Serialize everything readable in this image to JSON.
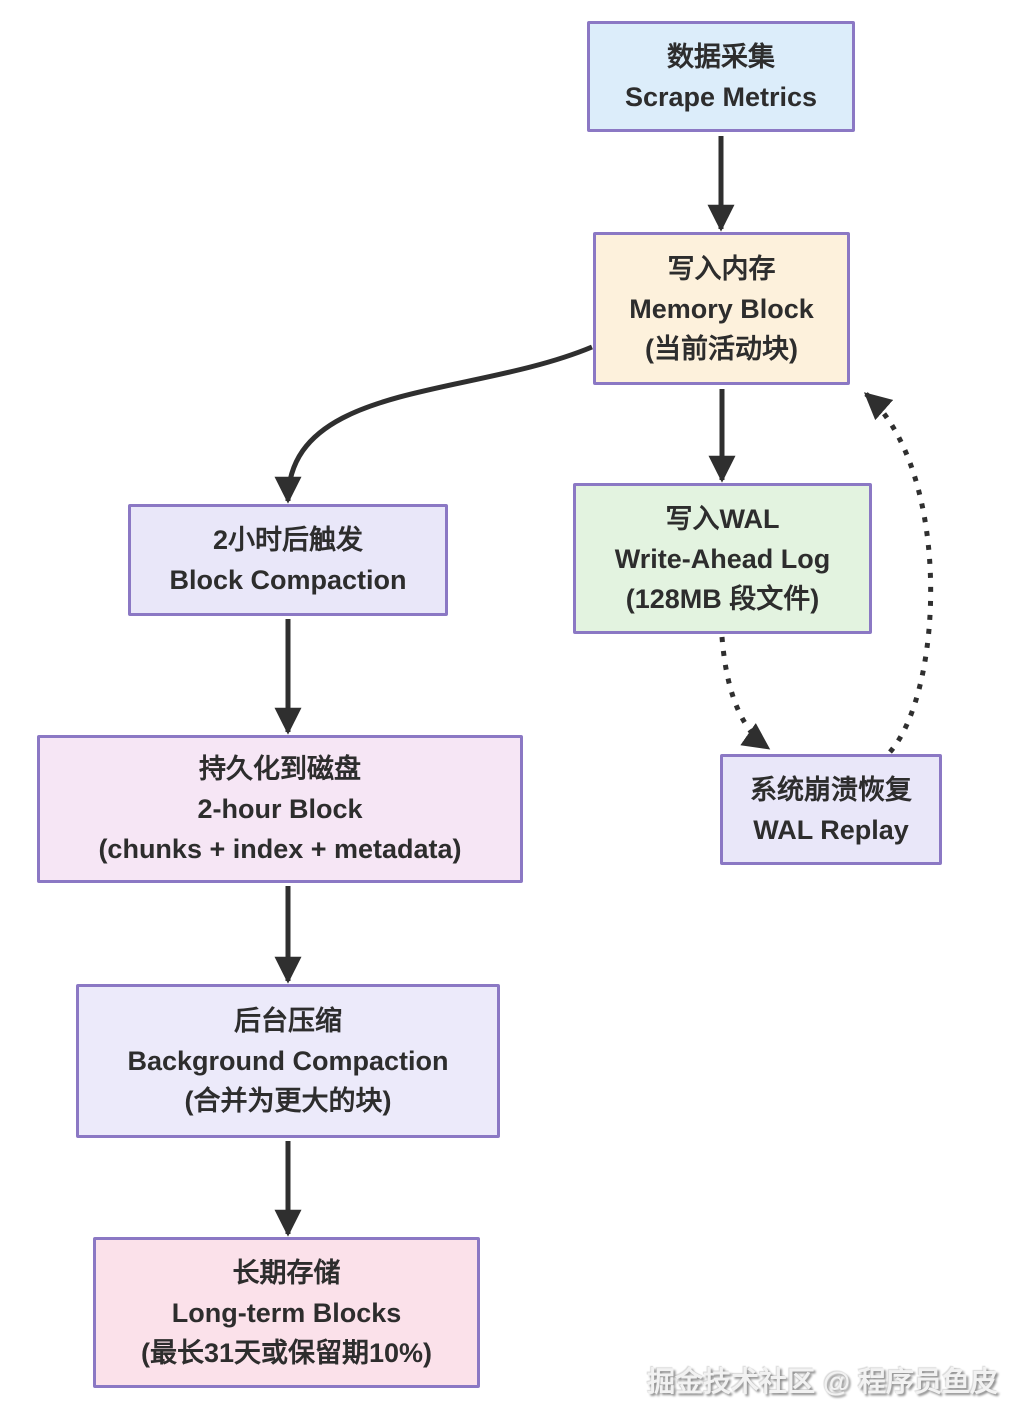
{
  "diagram": {
    "border_color": "#8b78c4",
    "arrow_color": "#2f2f2f",
    "background_color": "#ffffff",
    "nodes": [
      {
        "id": "scrape-metrics",
        "fill": "#dcedfa",
        "lines": [
          "数据采集",
          "Scrape Metrics"
        ]
      },
      {
        "id": "memory-block",
        "fill": "#fdf1dc",
        "lines": [
          "写入内存",
          "Memory Block",
          "(当前活动块)"
        ]
      },
      {
        "id": "write-wal",
        "fill": "#e3f3e0",
        "lines": [
          "写入WAL",
          "Write-Ahead Log",
          "(128MB 段文件)"
        ]
      },
      {
        "id": "block-compaction",
        "fill": "#e9e7f9",
        "lines": [
          "2小时后触发",
          "Block Compaction"
        ]
      },
      {
        "id": "two-hour-block",
        "fill": "#f6e6f5",
        "lines": [
          "持久化到磁盘",
          "2-hour Block",
          "(chunks + index + metadata)"
        ]
      },
      {
        "id": "wal-replay",
        "fill": "#e9e7f9",
        "lines": [
          "系统崩溃恢复",
          "WAL Replay"
        ]
      },
      {
        "id": "background-compaction",
        "fill": "#eceafa",
        "lines": [
          "后台压缩",
          "Background Compaction",
          "(合并为更大的块)"
        ]
      },
      {
        "id": "long-term-blocks",
        "fill": "#fbe1ea",
        "lines": [
          "长期存储",
          "Long-term Blocks",
          "(最长31天或保留期10%)"
        ]
      }
    ],
    "edges": [
      {
        "from": "scrape-metrics",
        "to": "memory-block",
        "style": "solid"
      },
      {
        "from": "memory-block",
        "to": "block-compaction",
        "style": "solid"
      },
      {
        "from": "memory-block",
        "to": "write-wal",
        "style": "solid"
      },
      {
        "from": "write-wal",
        "to": "wal-replay",
        "style": "dashed"
      },
      {
        "from": "wal-replay",
        "to": "memory-block",
        "style": "dashed"
      },
      {
        "from": "block-compaction",
        "to": "two-hour-block",
        "style": "solid"
      },
      {
        "from": "two-hour-block",
        "to": "background-compaction",
        "style": "solid"
      },
      {
        "from": "background-compaction",
        "to": "long-term-blocks",
        "style": "solid"
      }
    ]
  },
  "watermark": {
    "text": "掘金技术社区 @ 程序员鱼皮"
  }
}
